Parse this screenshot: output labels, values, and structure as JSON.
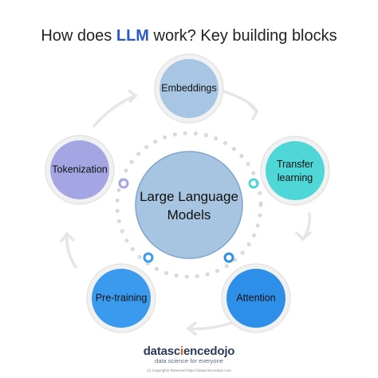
{
  "title": {
    "prefix": "How does ",
    "highlight": "LLM",
    "suffix": " work? Key building blocks"
  },
  "center": {
    "line1": "Large Language",
    "line2": "Models"
  },
  "nodes": [
    {
      "id": "embeddings",
      "line1": "Embeddings",
      "line2": ""
    },
    {
      "id": "transfer-learning",
      "line1": "Transfer",
      "line2": "learning"
    },
    {
      "id": "attention",
      "line1": "Attention",
      "line2": ""
    },
    {
      "id": "pre-training",
      "line1": "Pre-training",
      "line2": ""
    },
    {
      "id": "tokenization",
      "line1": "Tokenization",
      "line2": ""
    }
  ],
  "colors": {
    "center": "#a7c4e0",
    "embeddings": "#a8c5e3",
    "transfer_learning": "#4fd6d6",
    "attention": "#2e8fe8",
    "pre_training": "#3a9bee",
    "tokenization": "#a3a6e2",
    "title_highlight": "#2a59c9",
    "cycle_arrow": "#e6e6e6"
  },
  "brand": {
    "part1": "datasc",
    "accent": "i",
    "part2": "encedojo",
    "tagline": "data science for everyone",
    "copyright": "(c) Copyrights Reserved  https://datasciencedojo.com"
  }
}
